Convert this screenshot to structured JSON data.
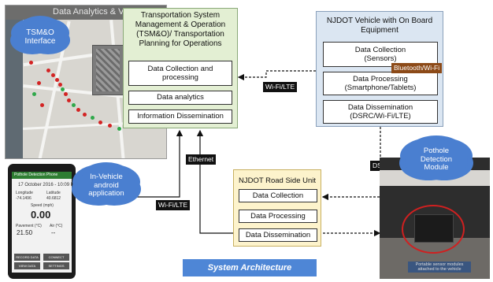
{
  "map": {
    "title": "Data Analytics & Visualization"
  },
  "clouds": {
    "tsmo_interface": "TSM&O\nInterface",
    "in_vehicle": "In-Vehicle\nandroid\napplication",
    "pothole_module": "Pothole\nDetection\nModule"
  },
  "tsmo_box": {
    "title": "Transportation System\nManagement & Operation\n(TSM&O)/ Transportation\nPlanning for Operations",
    "items": [
      "Data Collection and\nprocessing",
      "Data analytics",
      "Information Dissemination"
    ]
  },
  "vehicle_box": {
    "title": "NJDOT Vehicle with On Board\nEquipment",
    "items": [
      "Data Collection\n(Sensors)",
      "Data Processing\n(Smartphone/Tablets)",
      "Data Dissemination\n(DSRC/Wi-Fi/LTE)"
    ]
  },
  "rsu_box": {
    "title": "NJDOT Road Side Unit",
    "items": [
      "Data Collection",
      "Data Processing",
      "Data Dissemination"
    ]
  },
  "links": {
    "wifi_lte_top": "Wi-Fi/LTE",
    "bluetooth_wifi": "Bluetooth/Wi-Fi",
    "ethernet": "Ethernet",
    "wifi_lte_left": "Wi-Fi/LTE",
    "dsrc": "DSRC"
  },
  "phone": {
    "app_title": "Pothole Detection Phone",
    "datetime": "17 October 2016 - 10:09 PM",
    "longitude_label": "Longitude",
    "longitude": "-74.1496",
    "latitude_label": "Latitude",
    "latitude": "40.6812",
    "speed_label": "Speed (mph)",
    "speed": "0.00",
    "pavement_label": "Pavement (°C)",
    "pavement": "21.50",
    "air_label": "Air (°C)",
    "air": "--",
    "buttons": [
      "RECORD DATA",
      "CONNECT DEVICE",
      "VIEW DATA",
      "SETTINGS"
    ]
  },
  "photo": {
    "caption": "Portable sensor modules\nattached to the vehicle"
  },
  "caption": "System Architecture",
  "colors": {
    "tsmo_fill": "#e3efd3",
    "vehicle_fill": "#dbe6f2",
    "rsu_fill": "#fdf3cc",
    "cloud": "#4a7fd0",
    "caption_bg": "#4e86d6"
  }
}
